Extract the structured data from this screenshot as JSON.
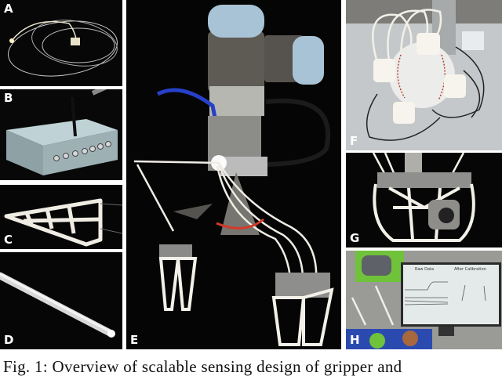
{
  "figure": {
    "panels": [
      {
        "id": "A",
        "label": "A",
        "subject": "optical fiber coil with lit end"
      },
      {
        "id": "B",
        "label": "B",
        "subject": "sensor readout box with antenna and connectors"
      },
      {
        "id": "C",
        "label": "C",
        "subject": "3D-printed lattice finger"
      },
      {
        "id": "D",
        "label": "D",
        "subject": "single optical fiber closeup"
      },
      {
        "id": "E",
        "label": "E",
        "subject": "robot arm with sensorized gripper"
      },
      {
        "id": "F",
        "label": "F",
        "subject": "multi-finger gripper holding baseball"
      },
      {
        "id": "G",
        "label": "G",
        "subject": "gripper grasping cylindrical object"
      },
      {
        "id": "H",
        "label": "H",
        "subject": "gripper with monitor showing data",
        "monitor": {
          "left_title": "Raw Data",
          "right_title": "After Calibration"
        }
      }
    ]
  },
  "caption": {
    "text": "Fig. 1: Overview of scalable sensing design of gripper and"
  },
  "colors": {
    "background": "#050505",
    "divider": "#ffffff",
    "label": "#ffffff",
    "robot_blue": "#a9c3d6",
    "robot_gray": "#5c5853",
    "cable_blue": "#2740c8",
    "lattice_white": "#f2f0e8",
    "green": "#6fc23a"
  }
}
